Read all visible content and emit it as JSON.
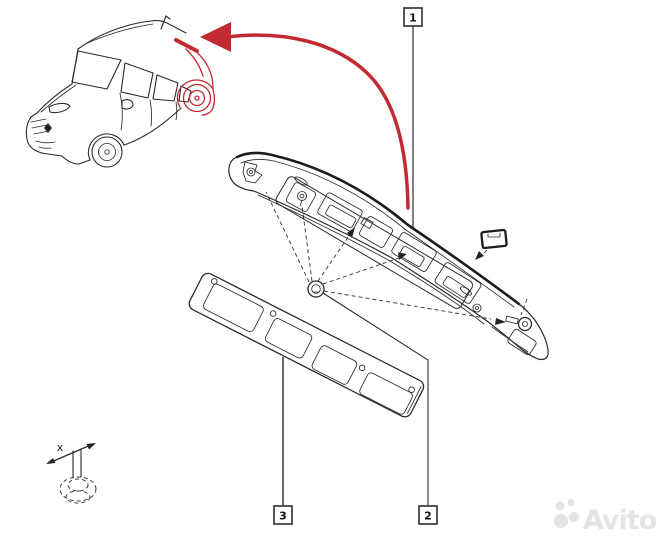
{
  "page": {
    "background": "#ffffff"
  },
  "diagram": {
    "type": "exploded-parts-diagram",
    "callouts": [
      {
        "id": "1",
        "label": "1"
      },
      {
        "id": "2",
        "label": "2"
      },
      {
        "id": "3",
        "label": "3"
      }
    ],
    "dimension_label": "x",
    "colors": {
      "line": "#2b2b2b",
      "highlight_red": "#c22a31",
      "watermark_gray": "#e4e4e4",
      "background": "#ffffff"
    },
    "icons": [
      {
        "name": "vehicle-hatchback-icon"
      },
      {
        "name": "red-pointer-arrow-icon"
      },
      {
        "name": "retaining-clip-icon"
      },
      {
        "name": "push-nut-icon"
      },
      {
        "name": "bolt-fastener-icon"
      },
      {
        "name": "stud-dimension-icon"
      },
      {
        "name": "avito-logo-icon"
      }
    ]
  },
  "watermark": {
    "text": "Avito"
  }
}
